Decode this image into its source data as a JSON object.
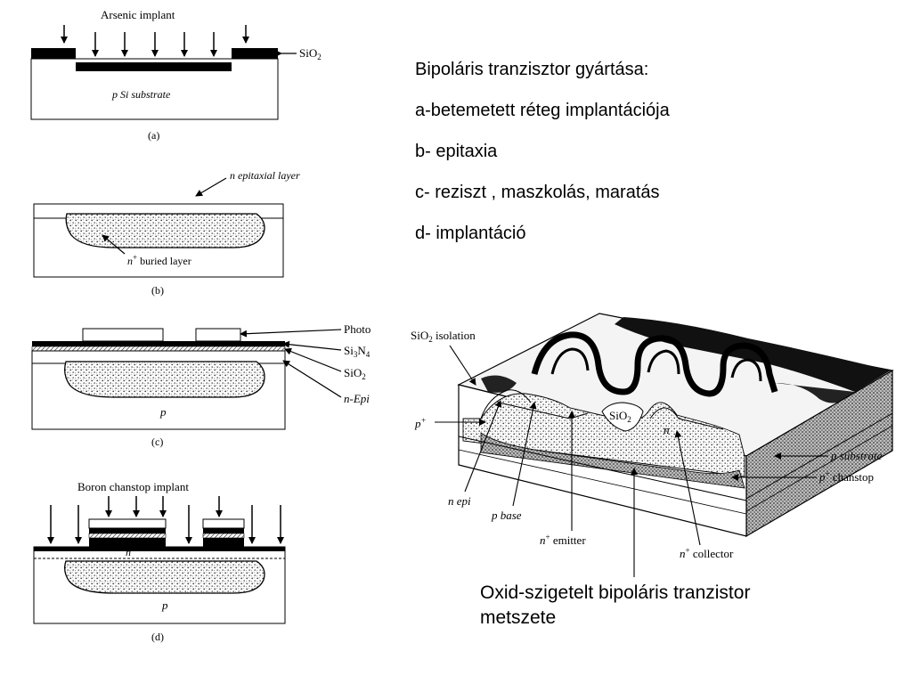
{
  "slide": {
    "heading": "Bipoláris tranzisztor gyártása:",
    "steps": [
      "a-betemetett réteg implantációja",
      "b- epitaxia",
      "c- reziszt , maszkolás, maratás",
      "d- implantáció"
    ],
    "caption_line1": "Oxid-szigetelt bipoláris tranzistor",
    "caption_line2": "metszete"
  },
  "panel_a": {
    "title": "Arsenic implant",
    "oxide_label": "SiO",
    "oxide_sub": "2",
    "substrate_label": "p Si substrate",
    "caption": "(a)"
  },
  "panel_b": {
    "epi_label": "n epitaxial layer",
    "buried_label": "n",
    "buried_sup": "+",
    "buried_rest": " buried layer",
    "caption": "(b)"
  },
  "panel_c": {
    "photo_label": "Photo",
    "nitride_label": "Si",
    "nitride_sub": "3",
    "nitride_rest": "N",
    "nitride_sub2": "4",
    "oxide_label": "SiO",
    "oxide_sub": "2",
    "epi_label": "n-Epi",
    "substrate_label": "p",
    "caption": "(c)"
  },
  "panel_d": {
    "title": "Boron chanstop implant",
    "n_label": "n",
    "substrate_label": "p",
    "caption": "(d)"
  },
  "cross_section": {
    "isolation_label": "SiO",
    "isolation_sub": "2",
    "isolation_rest": " isolation",
    "oxide_label": "SiO",
    "oxide_sub": "2",
    "pplus_label": "p",
    "pplus_sup": "+",
    "n_label": "n",
    "n_epi_label": "n epi",
    "p_base_label": "p base",
    "emitter_label": "n",
    "emitter_sup": "+",
    "emitter_rest": " emitter",
    "collector_label": "n",
    "collector_sup": "+",
    "collector_rest": " collector",
    "substrate_label": "p substrate",
    "chanstop_label": "p",
    "chanstop_sup": "+",
    "chanstop_rest": " chanstop"
  }
}
